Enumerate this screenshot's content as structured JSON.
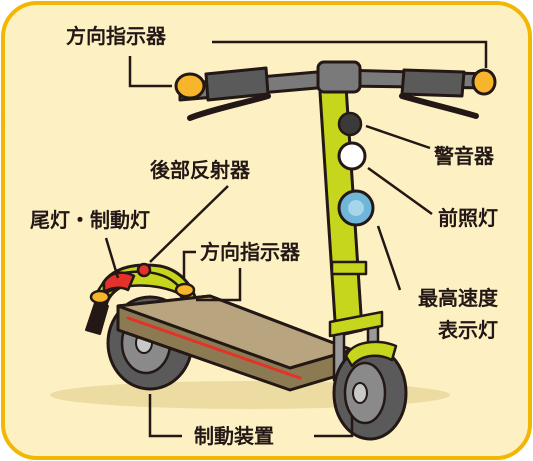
{
  "labels": {
    "turn_signal_top": "方向指示器",
    "horn": "警音器",
    "rear_reflector": "後部反射器",
    "headlight": "前照灯",
    "tail_brake_light": "尾灯・制動灯",
    "turn_signal_rear": "方向指示器",
    "speed_indicator_line1": "最高速度",
    "speed_indicator_line2": "表示灯",
    "brake_device": "制動装置"
  },
  "colors": {
    "frame_border": "#f2b705",
    "background": "#fdf1c4",
    "scooter_green": "#c6d61d",
    "deck": "#b8a57f",
    "tire": "#5a5a5a",
    "amber": "#f7b52b",
    "red": "#e4322b",
    "headlight_blue": "#6fb6d8",
    "lines": "#231815"
  }
}
